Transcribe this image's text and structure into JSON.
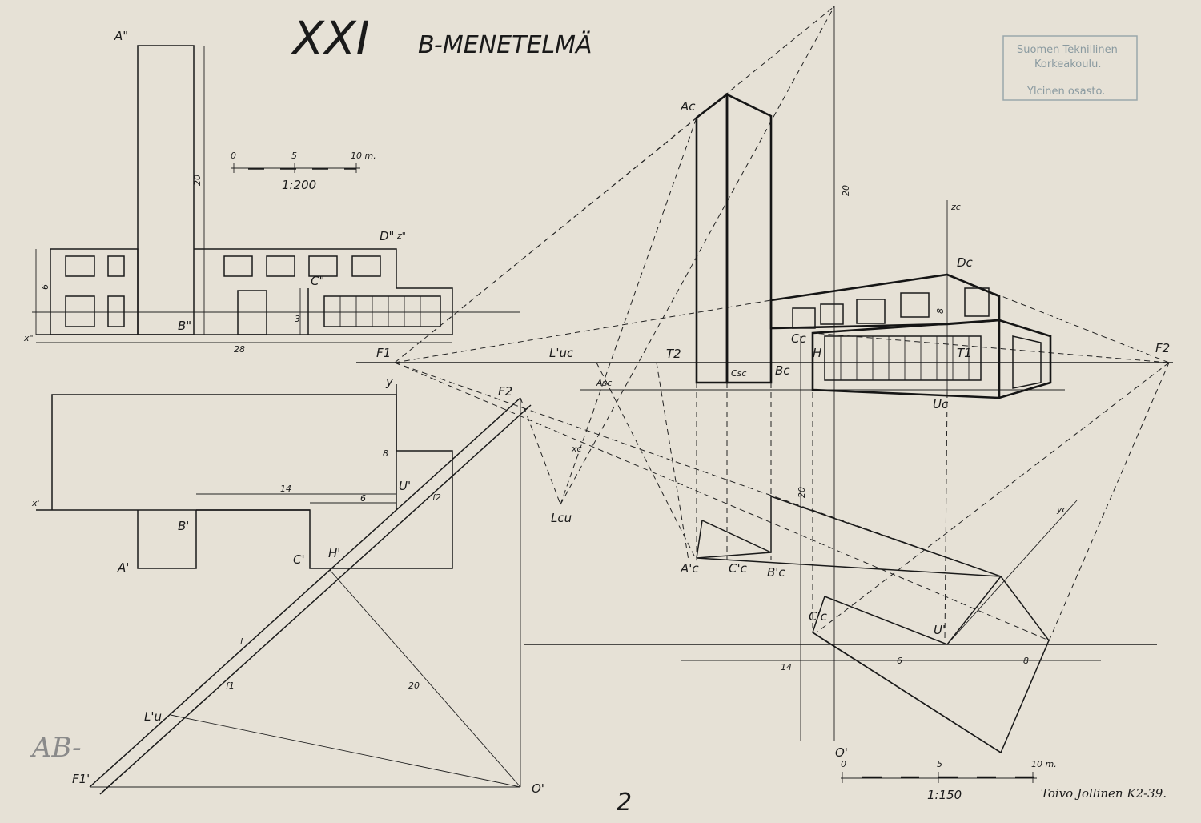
{
  "title": "XXI",
  "subtitle": "B-MENETELMÄ",
  "stamp": {
    "line1": "Suomen Teknillinen",
    "line2": "Korkeakoulu.",
    "line3": "Ylcinen osasto."
  },
  "scale_small": {
    "t0": "0",
    "t5": "5",
    "t10": "10 m.",
    "ratio": "1:200"
  },
  "scale_large": {
    "t0": "0",
    "t5": "5",
    "t10": "10 m.",
    "ratio": "1:150"
  },
  "signature": "Toivo Jollinen  K2-39.",
  "page_number": "2",
  "monogram": "AB-",
  "elevation": {
    "A": "A\"",
    "B": "B\"",
    "C": "C\"",
    "D": "D\"",
    "z": "z\"",
    "x": "x\"",
    "dim_height": "20",
    "dim_6": "6",
    "dim_3": "3",
    "dim_28": "28"
  },
  "plan": {
    "y": "y",
    "x": "x'",
    "U": "U'",
    "B": "B'",
    "A": "A'",
    "C": "C'",
    "H": "H'",
    "F2": "F2",
    "f2": "f2",
    "l": "l",
    "f1": "f1",
    "d20": "20",
    "Lu": "L'u",
    "F1": "F1'",
    "O": "O'",
    "dim_8": "8",
    "dim_14": "14",
    "dim_6": "6"
  },
  "perspective": {
    "Ac": "Ac",
    "Luc": "L'uc",
    "T2": "T2",
    "F1": "F1",
    "Asc": "Asc",
    "Csc": "Csc",
    "Bc": "Bc",
    "H": "H",
    "T1": "T1",
    "F2": "F2",
    "Cc": "Cc",
    "Dc": "Dc",
    "zc": "zc",
    "Uc": "Uc",
    "Luc2": "Lcu",
    "xc": "xc",
    "dim_20_top": "20",
    "dim_8": "8",
    "Acp": "A'c",
    "Ccp": "C'c",
    "Bcp": "B'c",
    "Ccp2": "C'c",
    "Up": "U'",
    "yc": "yc",
    "dim_20_low": "20",
    "dim_14": "14",
    "dim_6": "6",
    "dim_8b": "8",
    "O": "O'"
  }
}
